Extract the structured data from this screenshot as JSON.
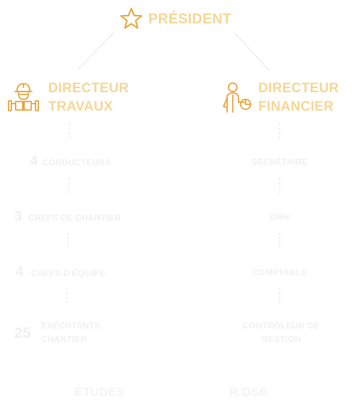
{
  "top": {
    "label": "PRÉSIDENT",
    "icon": "star-icon"
  },
  "left": {
    "title_line1": "DIRECTEUR",
    "title_line2": "TRAVAUX",
    "icon": "worker-helmet-icon",
    "items": [
      {
        "count": "4",
        "label": "CONDUCTEURS"
      },
      {
        "count": "3",
        "label": "CHEFS DE CHANTIER"
      },
      {
        "count": "4",
        "label": "CHEFS D'ÉQUIPE"
      },
      {
        "count": "25",
        "label_line1": "EXÉCUTANTS",
        "label_line2": "CHANTIER"
      }
    ]
  },
  "right": {
    "title_line1": "DIRECTEUR",
    "title_line2": "FINANCIER",
    "icon": "businessman-chart-icon",
    "items": [
      {
        "label": "SECRÉTAIRE"
      },
      {
        "label": "GRH"
      },
      {
        "label": "COMPTABLE"
      },
      {
        "label_line1": "CONTRÔLEUR DE",
        "label_line2": "GESTION"
      }
    ]
  },
  "footer": {
    "left": "ÉTUDES",
    "right": "R.OSE"
  },
  "colors": {
    "accent": "#e8a33a",
    "accent_text": "#f4d796",
    "faint_text": "#f0f0f0",
    "lines": "#ececec"
  }
}
